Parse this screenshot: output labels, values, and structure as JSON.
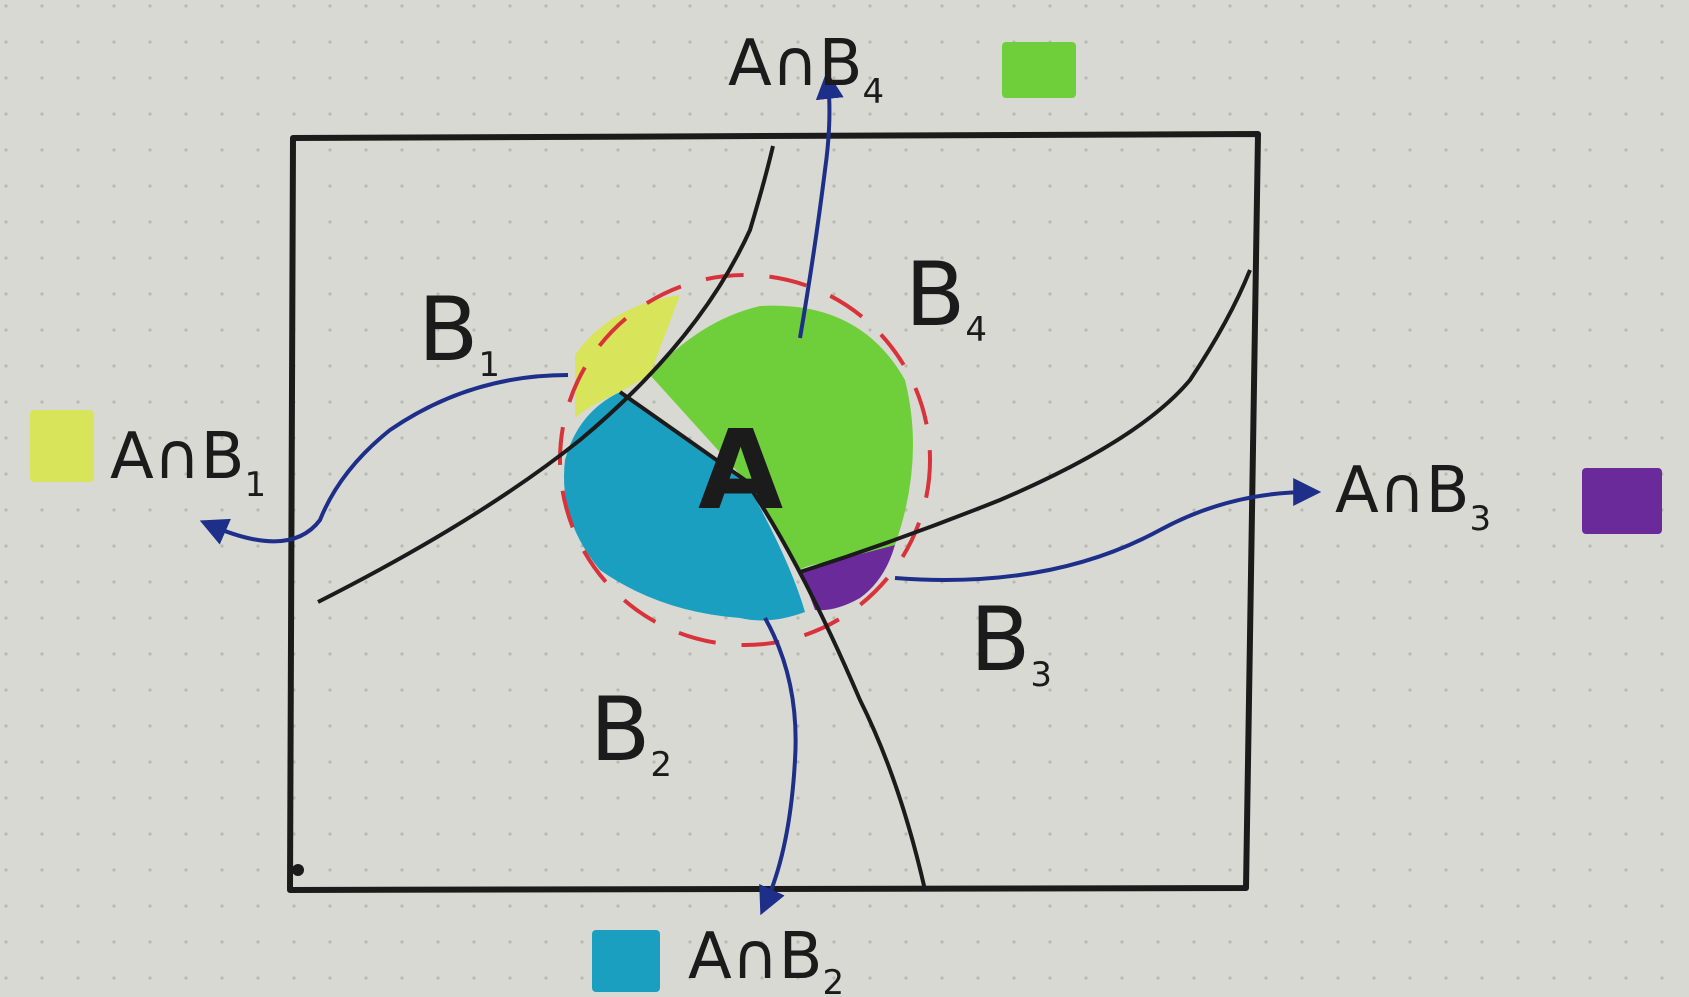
{
  "diagram": {
    "partitions": [
      {
        "id": "b1",
        "label": "B",
        "sub": "1"
      },
      {
        "id": "b2",
        "label": "B",
        "sub": "2"
      },
      {
        "id": "b3",
        "label": "B",
        "sub": "3"
      },
      {
        "id": "b4",
        "label": "B",
        "sub": "4"
      }
    ],
    "event": {
      "label": "A"
    },
    "intersections": [
      {
        "id": "ab1",
        "text": "A∩B",
        "sub": "1",
        "color": "#d8e55a"
      },
      {
        "id": "ab2",
        "text": "A∩B",
        "sub": "2",
        "color": "#1a9fc0"
      },
      {
        "id": "ab3",
        "text": "A∩B",
        "sub": "3",
        "color": "#6a2a9a"
      },
      {
        "id": "ab4",
        "text": "A∩B",
        "sub": "4",
        "color": "#6fcf3a"
      }
    ],
    "colors": {
      "paper": "#d9d9d4",
      "ink": "#1b1b1b",
      "arrow": "#1e2f8a",
      "dash": "#d8323a",
      "region_b1": "#d8e55a",
      "region_b2": "#1a9fc0",
      "region_b3": "#6a2a9a",
      "region_b4": "#6fcf3a"
    }
  }
}
